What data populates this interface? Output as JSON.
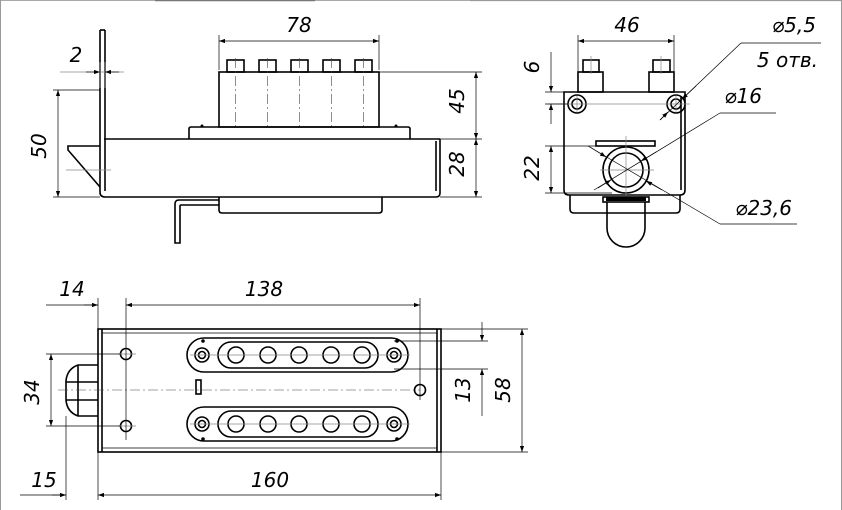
{
  "front_view": {
    "dimensions": {
      "length_78": "78",
      "thickness_2": "2",
      "height_50": "50",
      "height_45": "45",
      "height_28": "28"
    }
  },
  "side_view": {
    "dimensions": {
      "width_46": "46",
      "height_6": "6",
      "height_22": "22"
    },
    "callouts": {
      "hole_diameter": "⌀5,5",
      "hole_count": "5 отв.",
      "inner_diameter": "⌀16",
      "outer_diameter": "⌀23,6"
    }
  },
  "plan_view": {
    "dimensions": {
      "offset_14": "14",
      "length_138": "138",
      "spacing_34": "34",
      "spacing_13": "13",
      "width_58": "58",
      "offset_15": "15",
      "length_160": "160"
    }
  },
  "colors": {
    "line": "#000000",
    "background": "#ffffff",
    "frame": "#999999"
  }
}
